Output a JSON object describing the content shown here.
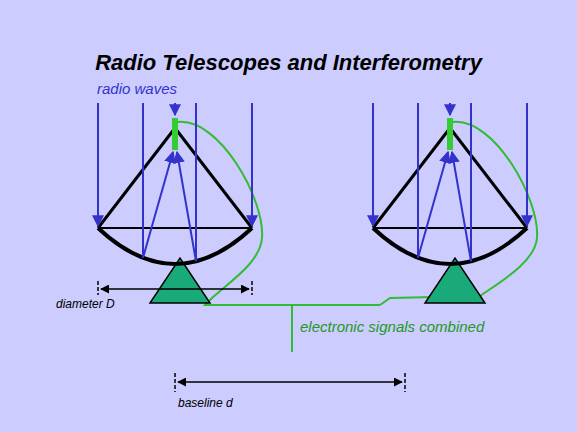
{
  "diagram": {
    "title": "Radio Telescopes and Interferometry",
    "labels": [
      "radio waves",
      "diameter D",
      "electronic signals combined",
      "baseline d"
    ]
  }
}
